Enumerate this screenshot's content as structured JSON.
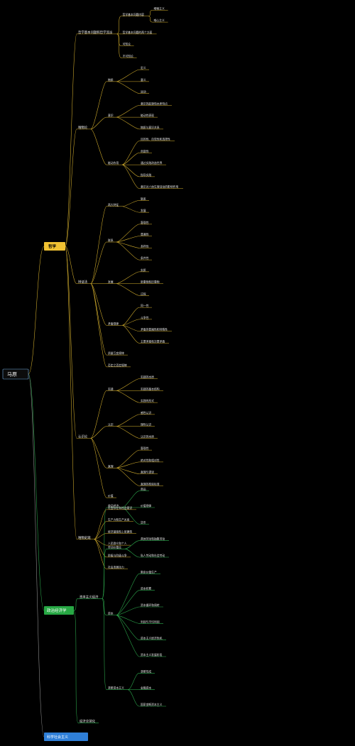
{
  "root": {
    "label": "马原"
  },
  "branches": [
    {
      "label": "哲学",
      "color": "#f1c232",
      "children": [
        {
          "label": "哲学基本问题和哲学流派",
          "children": [
            {
              "label": "哲学基本问题内容",
              "children": [
                {
                  "label": "唯物主义"
                },
                {
                  "label": "唯心主义"
                }
              ]
            },
            {
              "label": "哲学基本问题的两个方面"
            },
            {
              "label": "可知论"
            },
            {
              "label": "不可知论"
            }
          ]
        },
        {
          "label": "唯物论",
          "children": [
            {
              "label": "物质",
              "children": [
                {
                  "label": "定义"
                },
                {
                  "label": "意义"
                },
                {
                  "label": "运动"
                }
              ]
            },
            {
              "label": "意识",
              "children": [
                {
                  "label": "意识的起源和本质特点"
                },
                {
                  "label": "能动性表现"
                },
                {
                  "label": "物质与意识关系"
                }
              ]
            },
            {
              "label": "能动作用",
              "children": [
                {
                  "label": "目的性、自觉性和选择性"
                },
                {
                  "label": "创造性"
                },
                {
                  "label": "通过实践改造世界"
                },
                {
                  "label": "指导实践"
                },
                {
                  "label": "意识对人体生理活动的影响作用"
                }
              ]
            }
          ]
        },
        {
          "label": "辩证法",
          "children": [
            {
              "label": "两大特征",
              "children": [
                {
                  "label": "联系"
                },
                {
                  "label": "发展"
                }
              ]
            },
            {
              "label": "联系",
              "children": [
                {
                  "label": "客观性"
                },
                {
                  "label": "普遍性"
                },
                {
                  "label": "多样性"
                },
                {
                  "label": "条件性"
                }
              ]
            },
            {
              "label": "发展",
              "children": [
                {
                  "label": "实质"
                },
                {
                  "label": "新事物和旧事物"
                },
                {
                  "label": "过程"
                }
              ]
            },
            {
              "label": "矛盾规律",
              "children": [
                {
                  "label": "同一性"
                },
                {
                  "label": "斗争性"
                },
                {
                  "label": "矛盾的普遍性和特殊性"
                },
                {
                  "label": "主要矛盾和次要矛盾"
                }
              ]
            },
            {
              "label": "质量互变规律"
            },
            {
              "label": "否定之否定规律"
            }
          ]
        },
        {
          "label": "认识论",
          "children": [
            {
              "label": "实践",
              "children": [
                {
                  "label": "实践的本质"
                },
                {
                  "label": "实践的基本结构"
                },
                {
                  "label": "实践的形式"
                }
              ]
            },
            {
              "label": "认识",
              "children": [
                {
                  "label": "感性认识"
                },
                {
                  "label": "理性认识"
                },
                {
                  "label": "认识的本质"
                }
              ]
            },
            {
              "label": "真理",
              "children": [
                {
                  "label": "客观性"
                },
                {
                  "label": "绝对性和相对性"
                },
                {
                  "label": "真理与谬误"
                },
                {
                  "label": "真理的检验标准"
                }
              ]
            },
            {
              "label": "价值"
            }
          ]
        },
        {
          "label": "唯物史观",
          "children": [
            {
              "label": "社会存在和社会意识"
            },
            {
              "label": "生产力和生产关系"
            },
            {
              "label": "经济基础和上层建筑"
            },
            {
              "label": "人民群众和个人"
            },
            {
              "label": "阶级与阶级斗争"
            },
            {
              "label": "社会发展动力"
            }
          ]
        }
      ]
    },
    {
      "label": "政治经济学",
      "color": "#27a844",
      "children": [
        {
          "label": "资本主义经济",
          "children": [
            {
              "label": "商品经济",
              "children": [
                {
                  "label": "商品"
                },
                {
                  "label": "价值规律"
                },
                {
                  "label": "货币"
                }
              ]
            },
            {
              "label": "劳动价值论",
              "children": [
                {
                  "label": "具体劳动和抽象劳动"
                },
                {
                  "label": "私人劳动和社会劳动"
                }
              ]
            },
            {
              "label": "资本",
              "children": [
                {
                  "label": "剩余价值生产"
                },
                {
                  "label": "资本积累"
                },
                {
                  "label": "资本循环和周转"
                },
                {
                  "label": "利润与平均利润"
                },
                {
                  "label": "资本主义经济危机"
                },
                {
                  "label": "资本主义发展阶段"
                }
              ]
            },
            {
              "label": "垄断资本主义",
              "children": [
                {
                  "label": "垄断形成"
                },
                {
                  "label": "金融资本"
                },
                {
                  "label": "国家垄断资本主义"
                }
              ]
            }
          ]
        },
        {
          "label": "经济全球化"
        }
      ]
    },
    {
      "label": "科学社会主义",
      "color": "#2f7fd8"
    }
  ]
}
